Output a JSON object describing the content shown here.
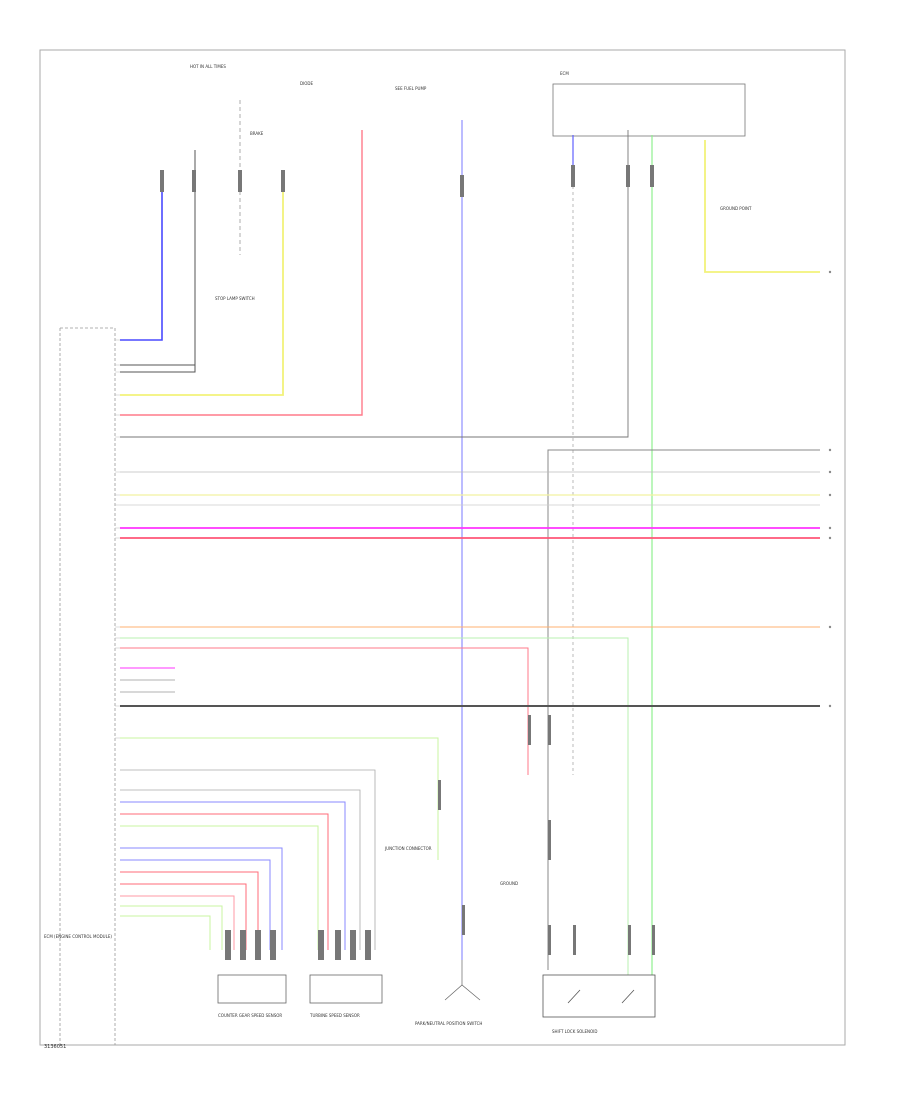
{
  "figure_id": "3136051",
  "labels": {
    "hot_ig": "HOT IN ALL TIMES",
    "brake": "BRAKE",
    "stop_lamp": "STOP LAMP SWITCH",
    "diode": "DIODE",
    "fuel_pump": "SEE FUEL PUMP",
    "ecm": "ECM",
    "ground_pt": "GROUND POINT",
    "ecm_block": "ECM (ENGINE CONTROL MODULE)",
    "park_neutral": "PARK/NEUTRAL POSITION SWITCH",
    "shift_lock": "SHIFT LOCK SOLENOID",
    "turbine": "TURBINE SPEED SENSOR",
    "counter_gear": "COUNTER GEAR SPEED SENSOR",
    "junction": "JUNCTION CONNECTOR",
    "ground_spec": "GROUND"
  },
  "wire_colors": {
    "blue": "#4a4aff",
    "yellow": "#f2f27a",
    "red": "#ff6b7a",
    "green": "#90f090",
    "magenta": "#ff33ff",
    "orange": "#ffb070",
    "gray": "#888888",
    "lightgreen": "#c8f5a0",
    "black": "#222222"
  }
}
